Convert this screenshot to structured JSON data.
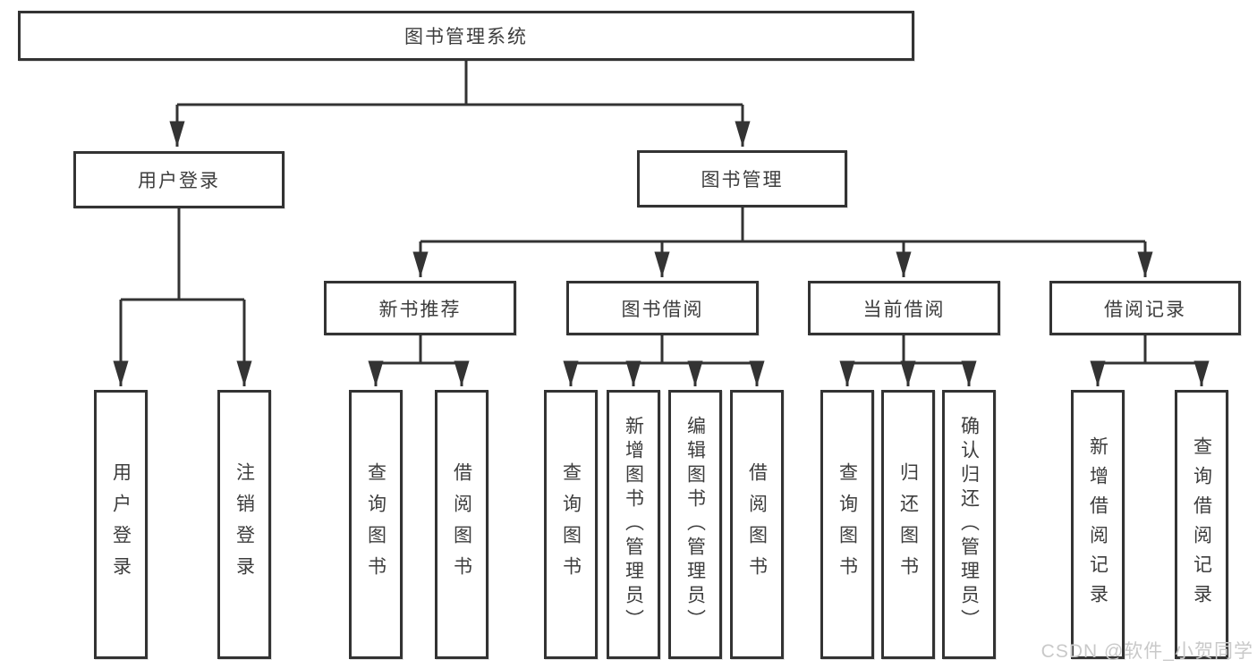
{
  "diagram": {
    "title": "图书管理系统",
    "nodes": {
      "root": "图书管理系统",
      "user_login": "用户登录",
      "book_mgmt": "图书管理",
      "new_book": "新书推荐",
      "book_borrow": "图书借阅",
      "current_borrow": "当前借阅",
      "borrow_record": "借阅记录",
      "leaf_user_login": "用户登录",
      "leaf_logout": "注销登录",
      "leaf_nb_query": "查询图书",
      "leaf_nb_borrow": "借阅图书",
      "leaf_bb_query": "查询图书",
      "leaf_bb_add": "新增图书（管理员）",
      "leaf_bb_edit": "编辑图书（管理员）",
      "leaf_bb_borrow": "借阅图书",
      "leaf_cb_query": "查询图书",
      "leaf_cb_return": "归还图书",
      "leaf_cb_confirm": "确认归还（管理员）",
      "leaf_br_add": "新增借阅记录",
      "leaf_br_query": "查询借阅记录"
    },
    "colors": {
      "line": "#333333",
      "text": "#3d3d3d",
      "background": "#ffffff",
      "watermark": "#c9c9c9"
    }
  },
  "watermark": {
    "text": "CSDN @软件_小贺同学"
  }
}
